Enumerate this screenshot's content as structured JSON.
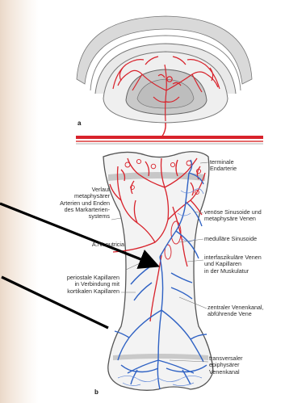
{
  "panels": {
    "a": "a",
    "b": "b"
  },
  "labels_right": {
    "terminal": "terminale\nEndarterie",
    "venous_sinusoids": "venöse Sinusoide und\nmetaphysäre Venen",
    "medullary_sinusoids": "medulläre Sinusoide",
    "interfascicular": "interfaszikuläre Venen\nund Kapillaren\nin der Muskulatur",
    "central_channel": "zentraler Venenkanal,\nabführende Vene",
    "transversal": "transversaler\nepiphysärer\nVenenkanal"
  },
  "labels_left": {
    "metaphyseal": "Verlauf\nmetaphysärer\nArterien und Enden\ndes Markarterien-\nsystems",
    "nutricia": "A./V. nutricia",
    "periosteal": "periostale Kapillaren\nin Verbindung mit\nkortikalen Kapillaren"
  },
  "colors": {
    "artery": "#d8222b",
    "vein": "#2f62c4",
    "bone_outline": "#555555",
    "bone_fill": "#ececec",
    "arrow": "#000000"
  }
}
